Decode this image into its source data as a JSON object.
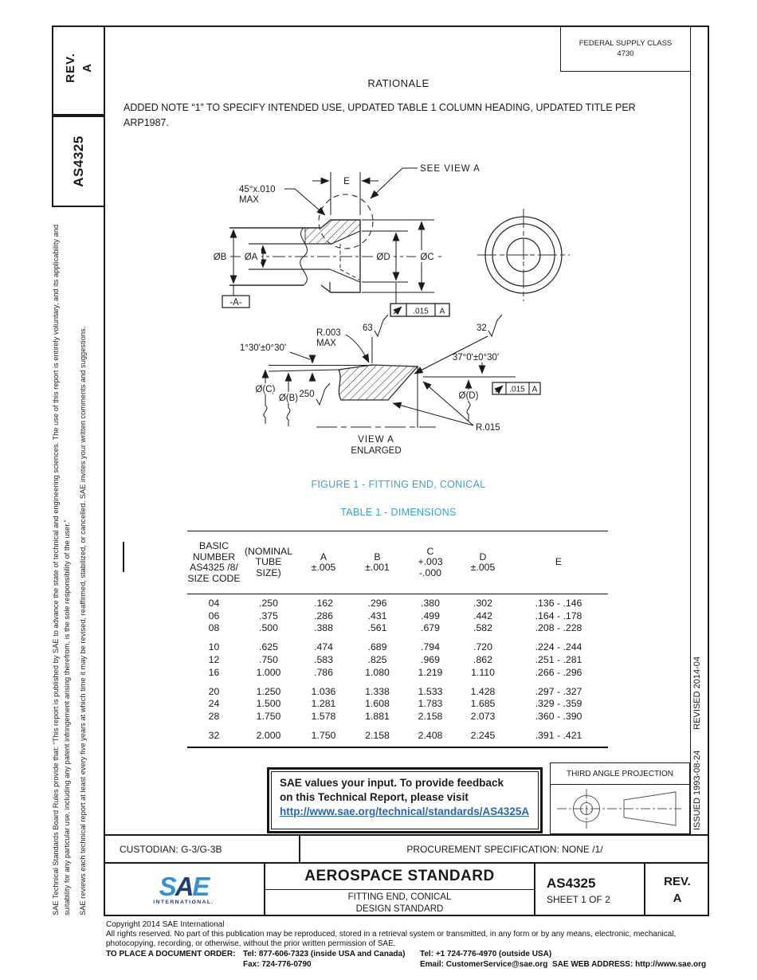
{
  "colors": {
    "caption_blue": "#3d9fd0",
    "link_blue": "#2b66ad",
    "logo_light": "#2e93d0",
    "logo_dark": "#1d3e78"
  },
  "sidebar": {
    "rev_label": "REV.",
    "rev_value": "A",
    "doc_number": "AS4325",
    "legal_p1": "SAE Technical Standards Board Rules provide that: “This report is published by SAE to advance the state of technical and engineering sciences. The use of this report is entirely voluntary, and its applicability and suitability for any particular use, including any patent infringement arising therefrom, is the sole responsibility of the user.”",
    "legal_p2": "SAE reviews each technical report at least every five years at which time it may be revised, reaffirmed, stabilized, or cancelled. SAE invites your written comments and suggestions."
  },
  "right_strip": {
    "issued": "ISSUED 1993-08-24",
    "revised": "REVISED 2014-04"
  },
  "header": {
    "fsc_label": "FEDERAL SUPPLY CLASS",
    "fsc_value": "4730",
    "rationale_title": "RATIONALE",
    "rationale_text": "ADDED NOTE “1” TO SPECIFY INTENDED USE, UPDATED TABLE 1 COLUMN HEADING, UPDATED TITLE PER ARP1987."
  },
  "figure": {
    "caption": "FIGURE 1 - FITTING END, CONICAL"
  },
  "drawing": {
    "see_view_a": "SEE VIEW A",
    "dim_e": "E",
    "chamfer1": "45°x.010",
    "chamfer2": "MAX",
    "dia_b": "ØB",
    "dia_a": "ØA",
    "dia_d": "ØD",
    "dia_c": "ØC",
    "datum_a": "-A-",
    "runout_val": ".015",
    "runout_datum": "A",
    "view_a": {
      "r003_1": "R.003",
      "r003_2": "MAX",
      "f63": "63",
      "f32": "32",
      "f250": "250",
      "angle1": "1°30'±0°30'",
      "angle2": "37°0'±0°30'",
      "dia_c_ref": "Ø(C)",
      "dia_b_ref": "Ø(B)",
      "dia_d_ref": "Ø(D)",
      "r015": "R.015",
      "runout_val": ".015",
      "runout_datum": "A",
      "title1": "VIEW A",
      "title2": "ENLARGED"
    }
  },
  "table": {
    "caption": "TABLE 1 - DIMENSIONS",
    "headers": [
      [
        "BASIC",
        "NUMBER",
        "AS4325 /8/",
        "SIZE CODE"
      ],
      [
        "(NOMINAL",
        "TUBE",
        "SIZE)"
      ],
      [
        "A",
        "±.005"
      ],
      [
        "B",
        "±.001"
      ],
      [
        "C",
        "+.003",
        "-.000"
      ],
      [
        "D",
        "±.005"
      ],
      [
        "E"
      ]
    ],
    "groups": [
      [
        [
          "04",
          ".250",
          ".162",
          ".296",
          ".380",
          ".302",
          ".136 - .146"
        ],
        [
          "06",
          ".375",
          ".286",
          ".431",
          ".499",
          ".442",
          ".164 - .178"
        ],
        [
          "08",
          ".500",
          ".388",
          ".561",
          ".679",
          ".582",
          ".208 - .228"
        ]
      ],
      [
        [
          "10",
          ".625",
          ".474",
          ".689",
          ".794",
          ".720",
          ".224 - .244"
        ],
        [
          "12",
          ".750",
          ".583",
          ".825",
          ".969",
          ".862",
          ".251 - .281"
        ],
        [
          "16",
          "1.000",
          ".786",
          "1.080",
          "1.219",
          "1.110",
          ".266 - .296"
        ]
      ],
      [
        [
          "20",
          "1.250",
          "1.036",
          "1.338",
          "1.533",
          "1.428",
          ".297 - .327"
        ],
        [
          "24",
          "1.500",
          "1.281",
          "1.608",
          "1.783",
          "1.685",
          ".329 - .359"
        ],
        [
          "28",
          "1.750",
          "1.578",
          "1.881",
          "2.158",
          "2.073",
          ".360 - .390"
        ]
      ],
      [
        [
          "32",
          "2.000",
          "1.750",
          "2.158",
          "2.408",
          "2.245",
          ".391 - .421"
        ]
      ]
    ]
  },
  "feedback": {
    "line1": "SAE values your input. To provide feedback",
    "line2": "on this Technical Report, please visit",
    "link": "http://www.sae.org/technical/standards/AS4325A"
  },
  "projection": {
    "label": "THIRD ANGLE PROJECTION"
  },
  "custodian_row": {
    "custodian": "CUSTODIAN: G-3/G-3B",
    "procurement": "PROCUREMENT SPECIFICATION: NONE /1/"
  },
  "title_block": {
    "logo_s": "S",
    "logo_a": "A",
    "logo_e": "E",
    "logo_sub": "INTERNATIONAL.",
    "doc_type": "AEROSPACE STANDARD",
    "subtitle1": "FITTING END, CONICAL",
    "subtitle2": "DESIGN STANDARD",
    "doc_number": "AS4325",
    "sheet": "SHEET 1 OF 2",
    "rev_label": "REV.",
    "rev_value": "A"
  },
  "footer": {
    "copyright": "Copyright 2014 SAE International",
    "rights": "All rights reserved. No part of this publication may be reproduced, stored in a retrieval system or transmitted, in any form or by any means, electronic, mechanical, photocopying, recording, or otherwise, without the prior written permission of SAE.",
    "order_label": "TO PLACE A DOCUMENT ORDER:",
    "tel_inside": "Tel: 877-606-7323 (inside USA and Canada)",
    "tel_outside": "Tel: +1 724-776-4970 (outside USA)",
    "fax": "Fax: 724-776-0790",
    "email": "Email: CustomerService@sae.org",
    "web": "SAE WEB ADDRESS: http://www.sae.org"
  }
}
